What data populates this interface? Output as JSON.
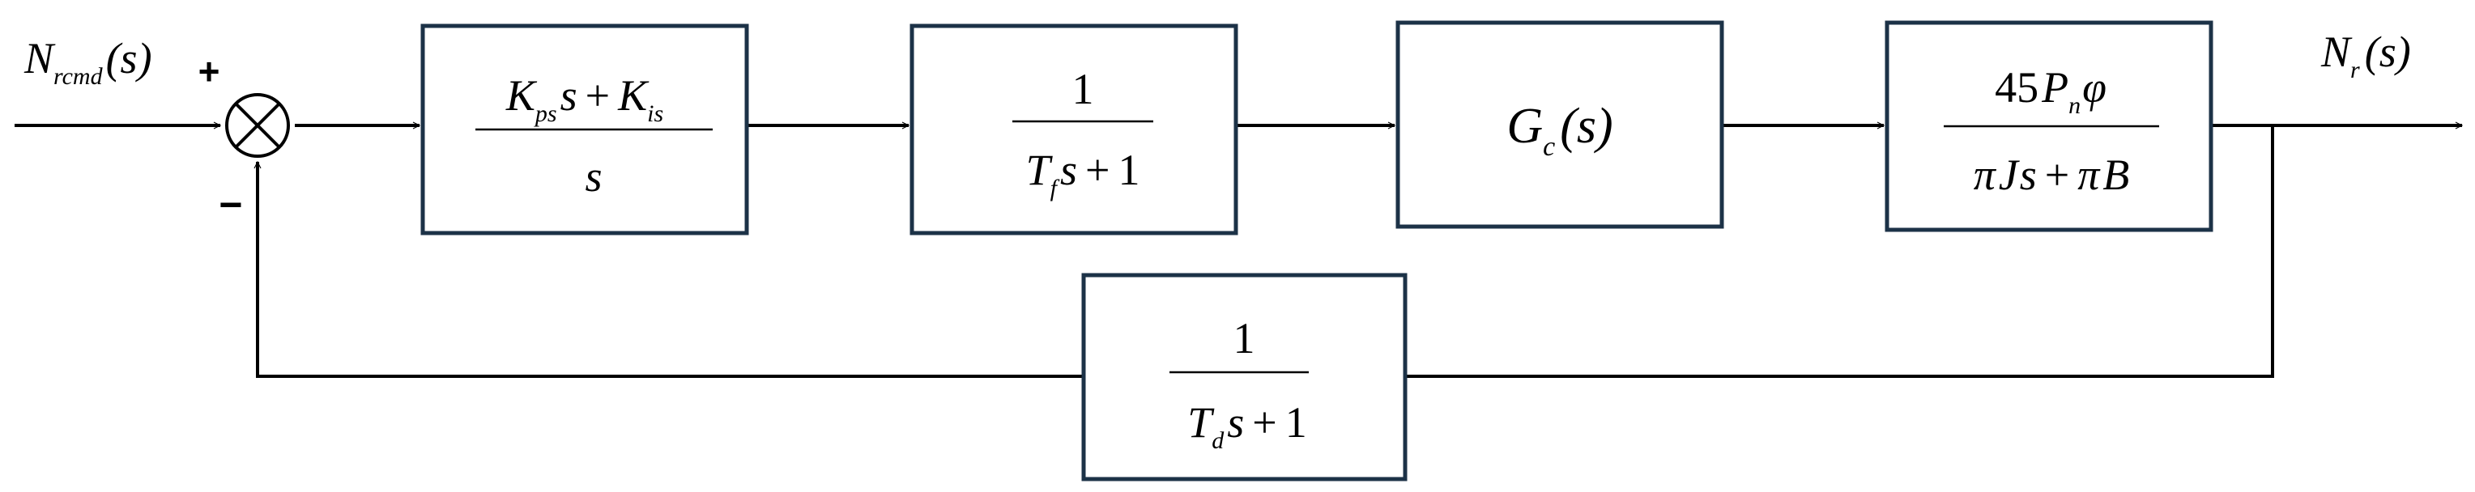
{
  "diagram": {
    "input": {
      "symbol": "N",
      "subscript": "rcmd",
      "arg": "(s)"
    },
    "summing_junction": {
      "plus_sign": "+",
      "minus_sign": "−"
    },
    "blocks": [
      {
        "id": "pi-controller",
        "numerator": {
          "k1": "K",
          "k1_sub": "ps",
          "var": "s",
          "op": "+",
          "k2": "K",
          "k2_sub": "is"
        },
        "denominator": "s"
      },
      {
        "id": "filter",
        "numerator": "1",
        "denominator": {
          "sym": "T",
          "sub": "f",
          "var": "s",
          "op": "+",
          "const": "1"
        }
      },
      {
        "id": "compensator",
        "label": {
          "sym": "G",
          "sub": "c",
          "arg": "(s)"
        }
      },
      {
        "id": "plant",
        "numerator": {
          "coef": "45",
          "sym": "P",
          "sub": "n",
          "phi": "φ"
        },
        "denominator": {
          "pi1": "π",
          "J": "J",
          "var": "s",
          "op": "+",
          "pi2": "π",
          "B": "B"
        }
      },
      {
        "id": "feedback-filter",
        "numerator": "1",
        "denominator": {
          "sym": "T",
          "sub": "d",
          "var": "s",
          "op": "+",
          "const": "1"
        }
      }
    ],
    "output": {
      "symbol": "N",
      "subscript": "r",
      "arg": "(s)"
    }
  }
}
